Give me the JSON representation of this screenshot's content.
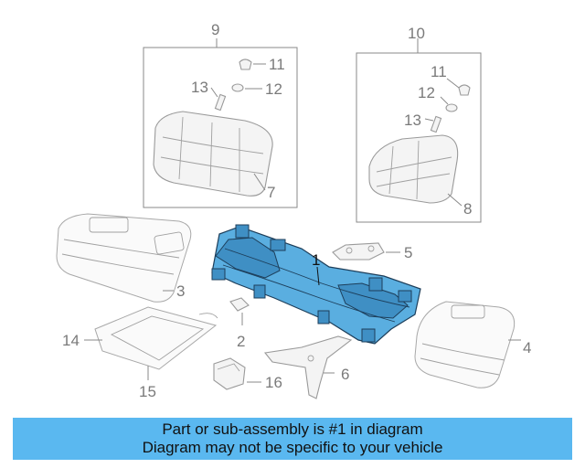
{
  "callouts": {
    "c1": "1",
    "c2": "2",
    "c3": "3",
    "c4": "4",
    "c5": "5",
    "c6": "6",
    "c7": "7",
    "c8": "8",
    "c9": "9",
    "c10": "10",
    "c11a": "11",
    "c12a": "12",
    "c13a": "13",
    "c11b": "11",
    "c12b": "12",
    "c13b": "13",
    "c14": "14",
    "c15": "15",
    "c16": "16"
  },
  "banner": {
    "line1": "Part or sub-assembly is #1 in diagram",
    "line2": "Diagram may not be specific to your vehicle"
  },
  "colors": {
    "highlight": "#5aaee0",
    "banner": "#5ab8f0"
  }
}
